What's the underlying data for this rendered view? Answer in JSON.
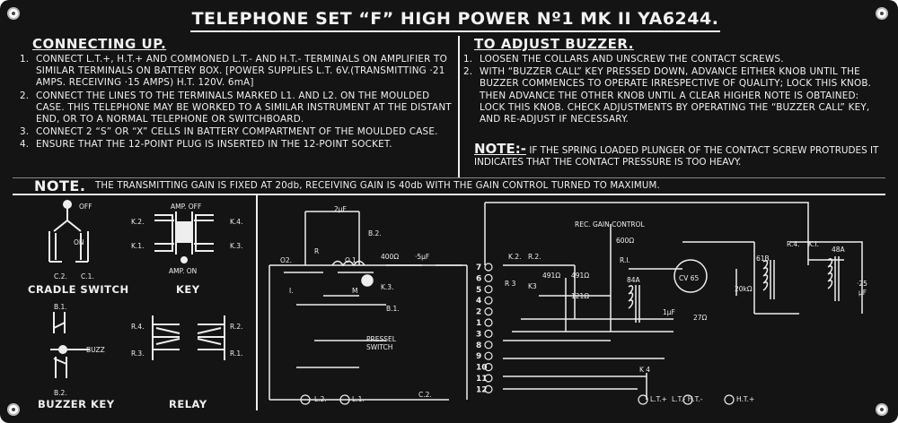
{
  "plate": {
    "title": "TELEPHONE SET “F” HIGH POWER Nº1 MK II YA6244."
  },
  "connecting": {
    "heading": "CONNECTING UP.",
    "items": [
      {
        "num": "1.",
        "text": "CONNECT L.T.+, H.T.+ AND COMMONED L.T.- AND H.T.- TERMINALS ON AMPLIFIER TO SIMILAR TERMINALS ON BATTERY BOX. [POWER SUPPLIES L.T. 6V.(TRANSMITTING ·21 AMPS. RECEIVING ·15 AMPS) H.T. 120V. 6mA]"
      },
      {
        "num": "2.",
        "text": "CONNECT THE LINES TO THE TERMINALS MARKED L1. AND L2. ON THE MOULDED CASE. THIS TELEPHONE MAY BE WORKED TO A SIMILAR INSTRUMENT AT THE DISTANT END, OR TO A NORMAL TELEPHONE OR SWITCHBOARD."
      },
      {
        "num": "3.",
        "text": "CONNECT 2 “S” OR “X” CELLS IN BATTERY COMPARTMENT OF THE MOULDED CASE."
      },
      {
        "num": "4.",
        "text": "ENSURE THAT THE 12-POINT PLUG IS INSERTED IN THE 12-POINT SOCKET."
      }
    ]
  },
  "buzzer": {
    "heading": "TO ADJUST BUZZER.",
    "items": [
      {
        "num": "1.",
        "text": "LOOSEN THE COLLARS AND UNSCREW THE CONTACT SCREWS."
      },
      {
        "num": "2.",
        "text": "WITH “BUZZER CALL” KEY PRESSED DOWN, ADVANCE EITHER KNOB UNTIL THE BUZZER COMMENCES TO OPERATE IRRESPECTIVE OF QUALITY; LOCK THIS KNOB. THEN ADVANCE THE OTHER KNOB UNTIL A CLEAR HIGHER NOTE IS OBTAINED: LOCK THIS KNOB. CHECK ADJUSTMENTS BY OPERATING THE “BUZZER CALL” KEY, AND RE-ADJUST IF NECESSARY."
      }
    ],
    "note_label": "NOTE:-",
    "note_text": "IF THE SPRING LOADED PLUNGER OF THE CONTACT SCREW PROTRUDES IT INDICATES THAT THE CONTACT PRESSURE IS TOO HEAVY."
  },
  "gain_note": {
    "label": "NOTE.",
    "text": "THE TRANSMITTING GAIN IS FIXED AT 20db, RECEIVING GAIN IS 40db WITH THE GAIN CONTROL TURNED TO MAXIMUM."
  },
  "diagrams": {
    "cradle_switch": {
      "title": "CRADLE SWITCH",
      "off": "OFF",
      "on": "ON",
      "c2": "C.2.",
      "c1": "C.1."
    },
    "key": {
      "title": "KEY",
      "amp_off": "AMP. OFF",
      "amp_on": "AMP. ON",
      "k2": "K.2.",
      "k1": "K.1.",
      "k4": "K.4.",
      "k3": "K.3."
    },
    "buzzer_key": {
      "title": "BUZZER KEY",
      "b1": "B.1.",
      "b2": "B.2.",
      "buzz": "BUZZ"
    },
    "relay": {
      "title": "RELAY",
      "r4": "R.4.",
      "r3": "R.3.",
      "r2": "R.2.",
      "r1": "R.1."
    }
  },
  "schematic": {
    "labels": {
      "cap_2uf": "2µF",
      "b2": "B.2.",
      "r": "R",
      "o2": "O2.",
      "o1": "O.1.",
      "r400": "400Ω",
      "cap_5uf": "·5µF",
      "i": "I.",
      "m": "M",
      "k3": "K.3.",
      "b1": "B.1.",
      "pressel": "PRESSEL",
      "switch": "SWITCH",
      "l2": "L.2.",
      "l1": "L.1.",
      "c2": "C.2.",
      "rec_gain": "REC. GAIN CONTROL",
      "r600": "600Ω",
      "k2": "K.2.",
      "r2": "R.2.",
      "k3b": "K3",
      "r3": "R 3",
      "r491a": "491Ω",
      "r491b": "491Ω",
      "r121": "121Ω",
      "r1": "R.I.",
      "t84a": "84A",
      "cv65": "CV 65",
      "cap_1uf": "1µF",
      "r27": "27Ω",
      "r20k": "20kΩ",
      "t61b": "61B",
      "r4": "R.4.",
      "k1": "K.I.",
      "t48a": "48A",
      "cap_25": "·25",
      "uf": "µF",
      "k4": "K 4",
      "lt_plus": "L.T.+",
      "lt_minus": "L.T.- H.T.-",
      "ht_plus": "H.T.+"
    },
    "plug_pins": [
      "1",
      "2",
      "3",
      "4",
      "5",
      "6",
      "7",
      "8",
      "9",
      "10",
      "11",
      "12"
    ],
    "pin_order": [
      "7",
      "6",
      "5",
      "4",
      "2",
      "1",
      "3",
      "8",
      "9",
      "10",
      "11",
      "12"
    ]
  }
}
